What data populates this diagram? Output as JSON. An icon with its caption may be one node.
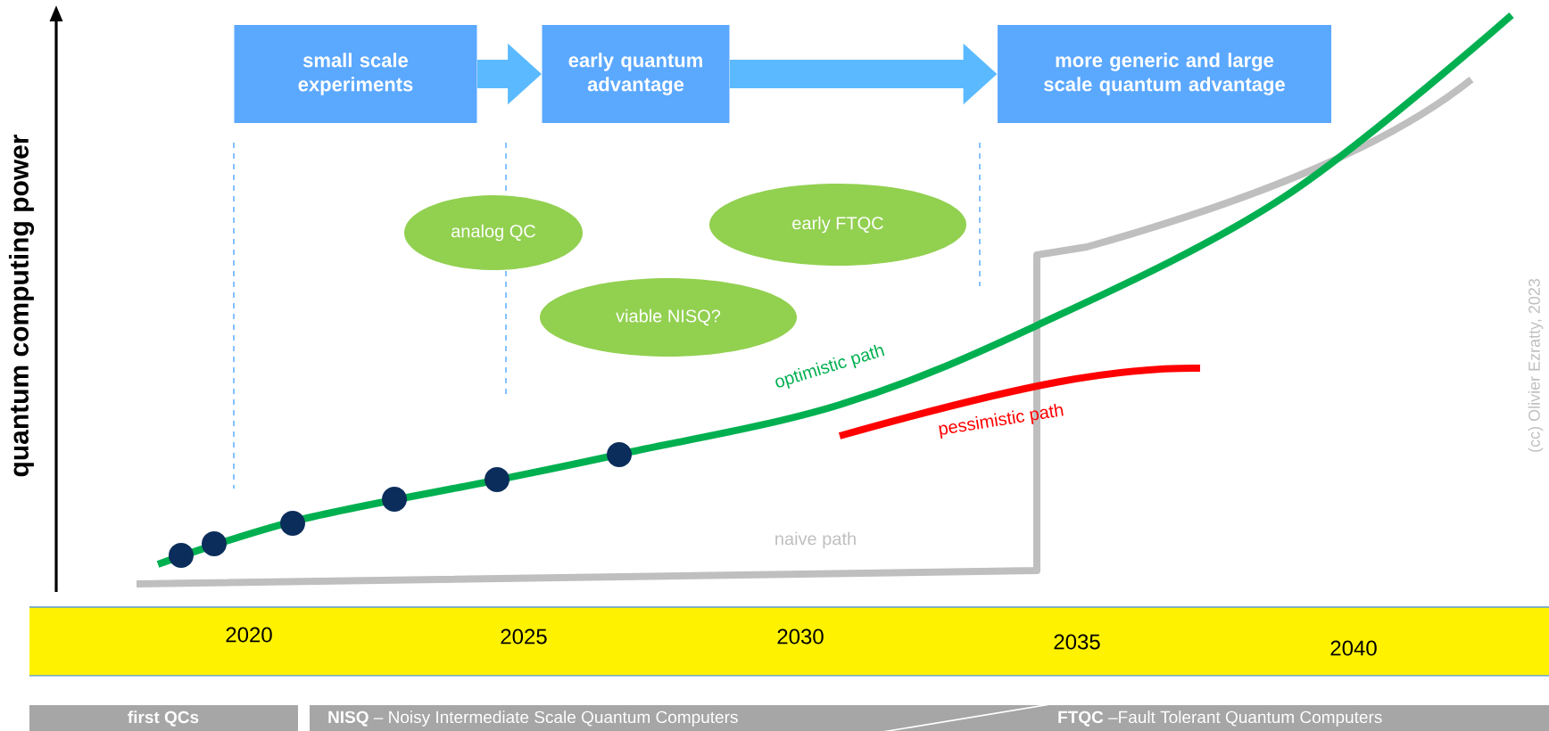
{
  "diagram": {
    "nodes": [
      {
        "text": [
          "small scale experiments"
        ]
      },
      {
        "text": [
          "early quantum advantage"
        ]
      },
      {
        "text": [
          "more generic and large scale quantum advantage"
        ]
      },
      {
        "text": [
          "analog QC"
        ]
      },
      {
        "text": [
          "early FTQC"
        ]
      },
      {
        "text": [
          "viable NISQ?"
        ]
      },
      {
        "text": [
          "first QCs"
        ]
      },
      {
        "text": [
          "**NISQ** – Noisy Intermediate Scale Quantum Computers"
        ]
      },
      {
        "text": [
          "**FTQC** –Fault Tolerant Quantum Computers"
        ]
      }
    ],
    "edges": [
      {
        "from": 0,
        "to": 1,
        "arrow": "to"
      },
      {
        "from": 1,
        "to": 2,
        "arrow": "to"
      }
    ],
    "labels": [
      "quantum computing power",
      "optimistic path",
      "pessimistic path",
      "naive path",
      "(cc) Olivier Ezratty, 2023",
      "2020",
      "2025",
      "2030",
      "2035",
      "2040"
    ]
  }
}
